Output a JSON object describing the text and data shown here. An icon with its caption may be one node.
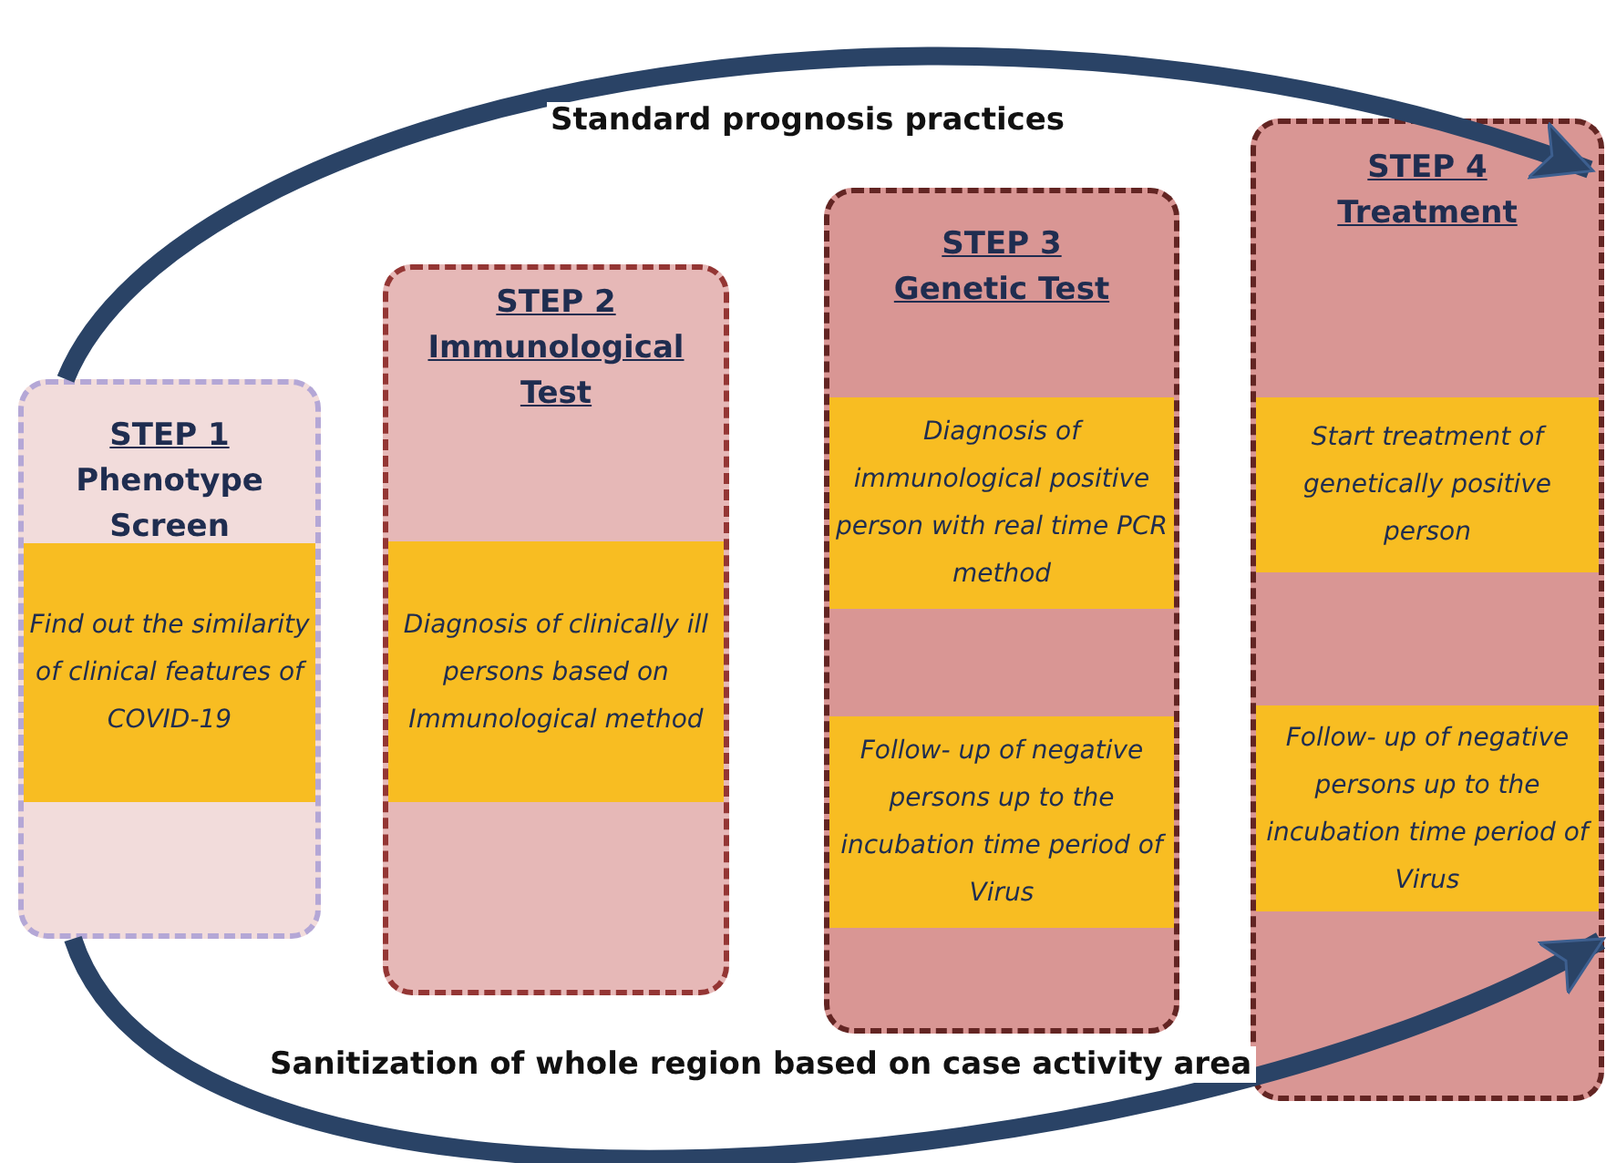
{
  "diagram": {
    "nodes": [
      {
        "text": [
          "STEP 1",
          "Phenotype Screen"
        ]
      },
      {
        "text": [
          "Find out the similarity of clinical features of COVID-19"
        ],
        "in": 0
      },
      {
        "text": [
          "STEP 2",
          "Immunological Test"
        ]
      },
      {
        "text": [
          "Diagnosis of clinically ill persons based on Immunological method"
        ],
        "in": 2
      },
      {
        "text": [
          "STEP 3",
          "Genetic Test"
        ]
      },
      {
        "text": [
          "Diagnosis of immunological positive person with real time PCR method"
        ],
        "in": 4
      },
      {
        "text": [
          "Follow- up of negative persons up to the incubation time period of Virus"
        ],
        "in": 4
      },
      {
        "text": [
          "STEP 4",
          "Treatment"
        ]
      },
      {
        "text": [
          "Start treatment of genetically positive person"
        ],
        "in": 7
      },
      {
        "text": [
          "Follow- up of negative persons up to the incubation time period of Virus"
        ],
        "in": 7
      }
    ],
    "edges": [
      {
        "from": 0,
        "to": 7,
        "arrow": "to",
        "label": "Standard prognosis practices"
      },
      {
        "from": 0,
        "to": 7,
        "arrow": "to",
        "label": "Sanitization of whole region based on case activity area"
      }
    ]
  }
}
